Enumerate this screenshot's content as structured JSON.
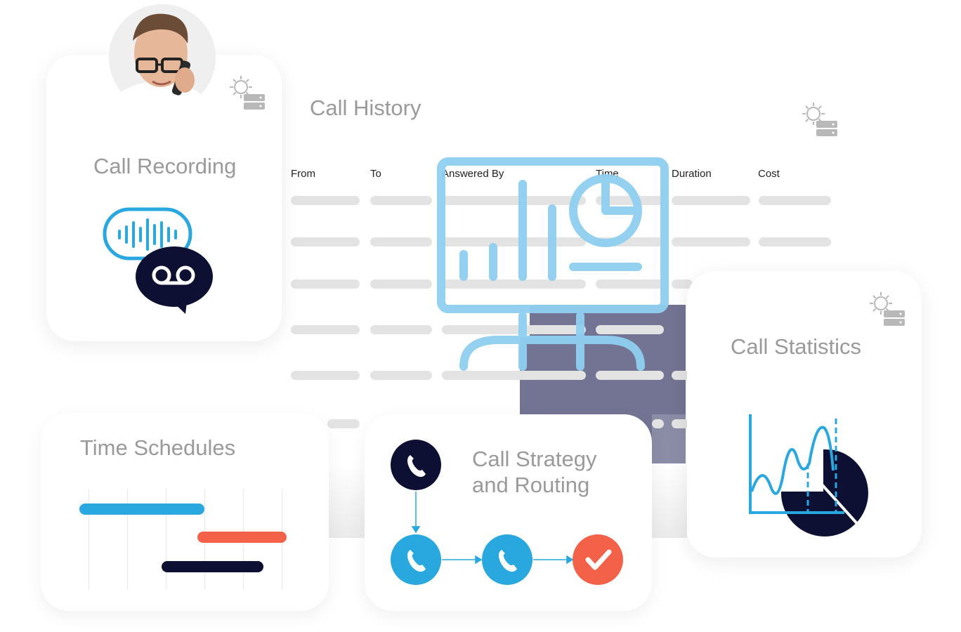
{
  "call_history": {
    "title": "Call History",
    "columns": [
      "From",
      "To",
      "Answered By",
      "Time",
      "Duration",
      "Cost"
    ]
  },
  "call_recording": {
    "title": "Call Recording"
  },
  "time_schedules": {
    "title": "Time Schedules"
  },
  "call_strategy": {
    "title_line1": "Call Strategy",
    "title_line2": "and Routing"
  },
  "call_statistics": {
    "title": "Call Statistics"
  },
  "colors": {
    "blue": "#29a8e0",
    "navy": "#0d0f33",
    "red": "#f36149",
    "grey_bar": "#e3e3e3",
    "monitor": "#8fcff0",
    "slate": "#737493"
  },
  "icons": [
    "avatar-photo",
    "gear-server-icon",
    "voice-wave-icon",
    "voicemail-icon",
    "phone-icon",
    "check-icon",
    "monitor-chart-icon",
    "statistics-chart-icon"
  ]
}
